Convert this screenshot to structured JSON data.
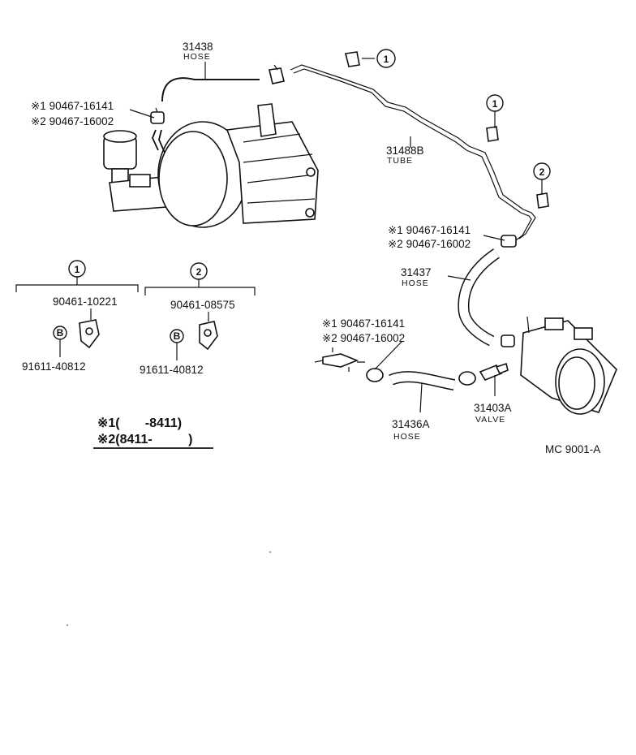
{
  "labels": {
    "hose_top_num": "31438",
    "hose_top_sub": "HOSE",
    "clamp_top_left_1": "※1 90467-16141",
    "clamp_top_left_2": "※2 90467-16002",
    "tube_num": "31488B",
    "tube_sub": "TUBE",
    "clamp_mid_right_1": "※1 90467-16141",
    "clamp_mid_right_2": "※2 90467-16002",
    "hose_mid_num": "31437",
    "hose_mid_sub": "HOSE",
    "clamp_low_1": "※1 90467-16141",
    "clamp_low_2": "※2 90467-16002",
    "hose_low_num": "31436A",
    "hose_low_sub": "HOSE",
    "valve_num": "31403A",
    "valve_sub": "VALVE",
    "clip1_part": "90461-10221",
    "clip1_bolt": "91611-40812",
    "clip2_part": "90461-08575",
    "clip2_bolt": "91611-40812",
    "ref_code": "MC  9001-A"
  },
  "callouts": {
    "one": "1",
    "two": "2",
    "bolt": "B"
  },
  "legend": {
    "line1": "※1(       -8411)",
    "line2": "※2(8411-          )"
  }
}
